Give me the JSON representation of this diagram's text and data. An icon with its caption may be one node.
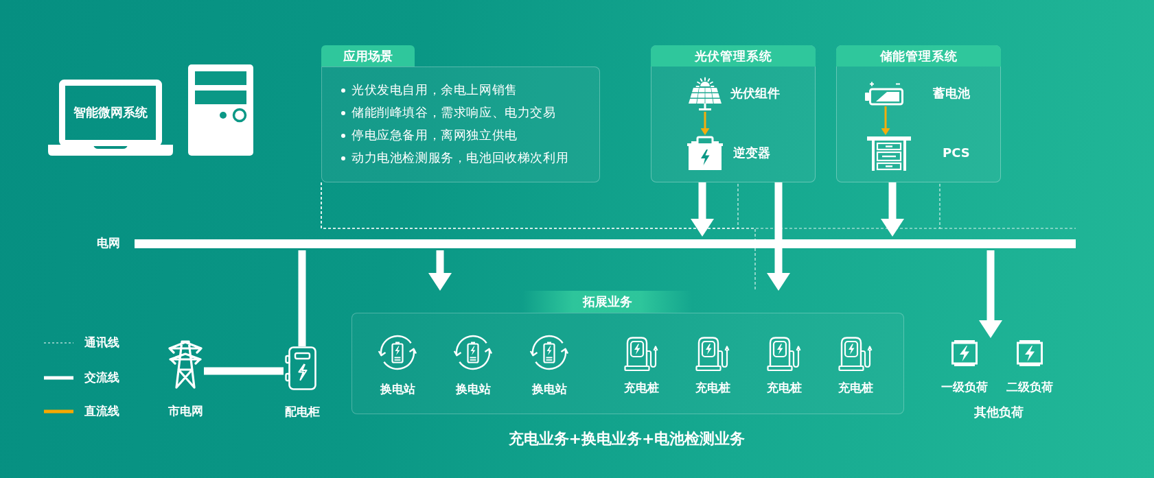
{
  "diagram": {
    "nodes": [
      {
        "text": [
          "智能微网系统"
        ]
      },
      {
        "text": [
          "应用场景",
          "光伏发电自用，余电上网销售",
          "储能削峰填谷，需求响应、电力交易",
          "停电应急备用，离网独立供电",
          "动力电池检测服务，电池回收梯次利用"
        ]
      },
      {
        "text": [
          "光伏管理系统"
        ]
      },
      {
        "text": [
          "光伏组件"
        ],
        "in": 2
      },
      {
        "text": [
          "逆变器"
        ],
        "in": 2
      },
      {
        "text": [
          "储能管理系统"
        ]
      },
      {
        "text": [
          "蓄电池"
        ],
        "in": 5
      },
      {
        "text": [
          "PCS"
        ],
        "in": 5
      },
      {
        "text": [
          "电网"
        ]
      },
      {
        "text": [
          "市电网"
        ]
      },
      {
        "text": [
          "配电柜"
        ]
      },
      {
        "text": [
          "拓展业务"
        ],
        "beside": [
          "充电业务+换电业务+电池检测业务"
        ]
      },
      {
        "text": [
          "换电站"
        ],
        "in": 11
      },
      {
        "text": [
          "换电站"
        ],
        "in": 11
      },
      {
        "text": [
          "换电站"
        ],
        "in": 11
      },
      {
        "text": [
          "充电桩"
        ],
        "in": 11
      },
      {
        "text": [
          "充电桩"
        ],
        "in": 11
      },
      {
        "text": [
          "充电桩"
        ],
        "in": 11
      },
      {
        "text": [
          "充电桩"
        ],
        "in": 11
      },
      {
        "text": [
          "其他负荷"
        ]
      },
      {
        "text": [
          "一级负荷"
        ],
        "in": 19
      },
      {
        "text": [
          "二级负荷"
        ],
        "in": 19
      }
    ],
    "edges": [
      {
        "from": 3,
        "to": 4,
        "arrow": "to",
        "color": "#f5a800"
      },
      {
        "from": 6,
        "to": 7,
        "arrow": "to",
        "color": "#f5a800"
      },
      {
        "from": 2,
        "to": 8,
        "arrow": "to"
      },
      {
        "from": 2,
        "to": 11,
        "arrow": "to"
      },
      {
        "from": 5,
        "to": 8,
        "arrow": "to"
      },
      {
        "from": 8,
        "to": 11,
        "arrow": "to"
      },
      {
        "from": 8,
        "to": 19,
        "arrow": "to"
      },
      {
        "from": 10,
        "to": 8,
        "arrow": "none"
      },
      {
        "from": 9,
        "to": 10,
        "arrow": "none"
      },
      {
        "from": 1,
        "to": 2,
        "arrow": "none",
        "style": "dashed"
      },
      {
        "from": 1,
        "to": 5,
        "arrow": "none",
        "style": "dashed"
      },
      {
        "from": 1,
        "to": 11,
        "arrow": "none",
        "style": "dashed"
      }
    ],
    "legend": [
      {
        "text": "通讯线"
      },
      {
        "text": "交流线"
      },
      {
        "text": "直流线"
      }
    ]
  }
}
